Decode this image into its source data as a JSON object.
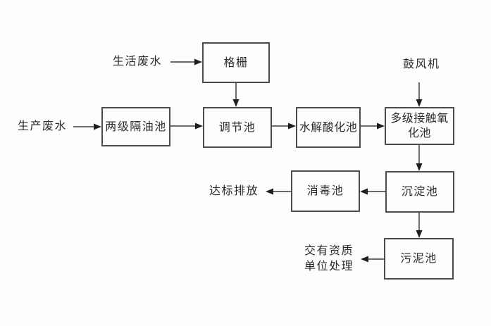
{
  "diagram": {
    "type": "process-flow",
    "nodes": {
      "domestic_in": {
        "text": "生活废水"
      },
      "production_in": {
        "text": "生产废水"
      },
      "blower_in": {
        "text": "鼓风机"
      },
      "bar_screen": {
        "label": "格栅"
      },
      "oil_separator": {
        "label": "两级隔油池"
      },
      "equalization": {
        "label": "调节池"
      },
      "hydrolysis": {
        "label": "水解酸化池"
      },
      "oxidation": {
        "label": "多级接触氧化池",
        "line1": "多级接触氧",
        "line2": "化池"
      },
      "sedimentation": {
        "label": "沉淀池"
      },
      "disinfection": {
        "label": "消毒池"
      },
      "sludge": {
        "label": "污泥池"
      },
      "discharge_out": {
        "text": "达标排放"
      },
      "qualified_out": {
        "text": "交有资质单位处理",
        "line1": "交有资质",
        "line2": "单位处理"
      }
    },
    "edges": [
      {
        "from": "生活废水",
        "to": "格栅"
      },
      {
        "from": "格栅",
        "to": "调节池"
      },
      {
        "from": "生产废水",
        "to": "两级隔油池"
      },
      {
        "from": "两级隔油池",
        "to": "调节池"
      },
      {
        "from": "调节池",
        "to": "水解酸化池"
      },
      {
        "from": "水解酸化池",
        "to": "多级接触氧化池"
      },
      {
        "from": "鼓风机",
        "to": "多级接触氧化池"
      },
      {
        "from": "多级接触氧化池",
        "to": "沉淀池"
      },
      {
        "from": "沉淀池",
        "to": "消毒池"
      },
      {
        "from": "消毒池",
        "to": "达标排放"
      },
      {
        "from": "沉淀池",
        "to": "污泥池"
      },
      {
        "from": "污泥池",
        "to": "交有资质单位处理"
      }
    ],
    "colors": {
      "background": "#fdfdfd",
      "box_border": "#4c4c4c",
      "line": "#3d3d3d",
      "arrowhead": "#1f1f1f",
      "text": "#2b2b2b"
    }
  }
}
